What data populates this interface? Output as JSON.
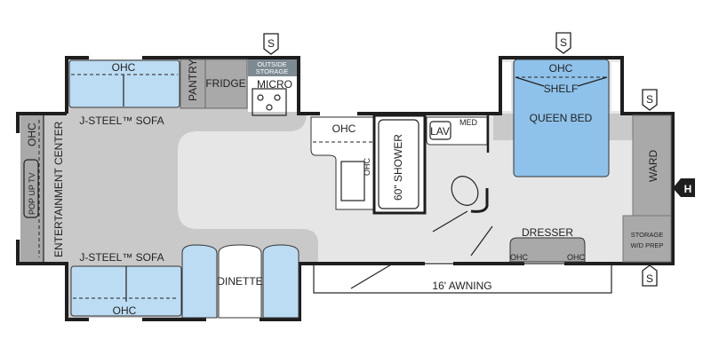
{
  "floorplan": {
    "labels": {
      "ohc": "OHC",
      "pantry": "PANTRY",
      "fridge": "FRIDGE",
      "outside_storage_1": "OUTSIDE",
      "outside_storage_2": "STORAGE",
      "micro": "MICRO",
      "sofa_top": "J-STEEL™ SOFA",
      "sofa_bottom": "J-STEEL™ SOFA",
      "entertainment_center": "ENTERTAINMENT CENTER",
      "pop_up_tv": "POP UP TV",
      "dinette": "DINETTE",
      "shower": "60\" SHOWER",
      "lav": "LAV",
      "med": "MED",
      "shelf": "SHELF",
      "queen_bed": "QUEEN BED",
      "ward": "WARD",
      "storage_1": "STORAGE",
      "storage_2": "W/D PREP",
      "dresser": "DRESSER",
      "awning": "16' AWNING",
      "storage_marker": "S",
      "hitch_marker": "H"
    },
    "colors": {
      "sofa_blue": "#bcdcf3",
      "bed_blue": "#8ec2ea",
      "living_gray": "#c9c9c9",
      "floor_light": "#e6e6e6",
      "cabinet_gray": "#a9a9a9",
      "outside_storage": "#7d8a92"
    }
  }
}
